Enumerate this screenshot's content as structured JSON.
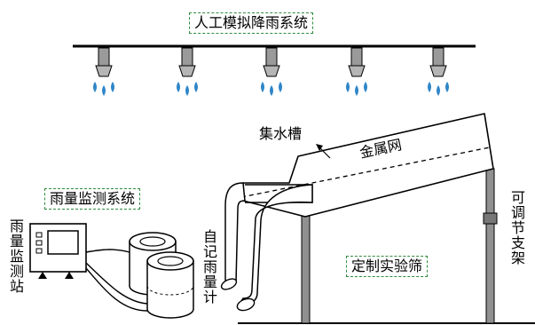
{
  "labels": {
    "rain_system": "人工模拟降雨系统",
    "trough": "集水槽",
    "mesh": "金属网",
    "rain_monitor": "雨量监测系统",
    "station": "雨量监测站",
    "recorder": "自记雨量计",
    "sieve": "定制实验筛",
    "bracket": "可调节支架"
  },
  "colors": {
    "line": "#000000",
    "nozzle": "#9a9a9a",
    "drop": "#2f86c8",
    "frame": "#909090",
    "dash_box": "#2e8b3e"
  }
}
